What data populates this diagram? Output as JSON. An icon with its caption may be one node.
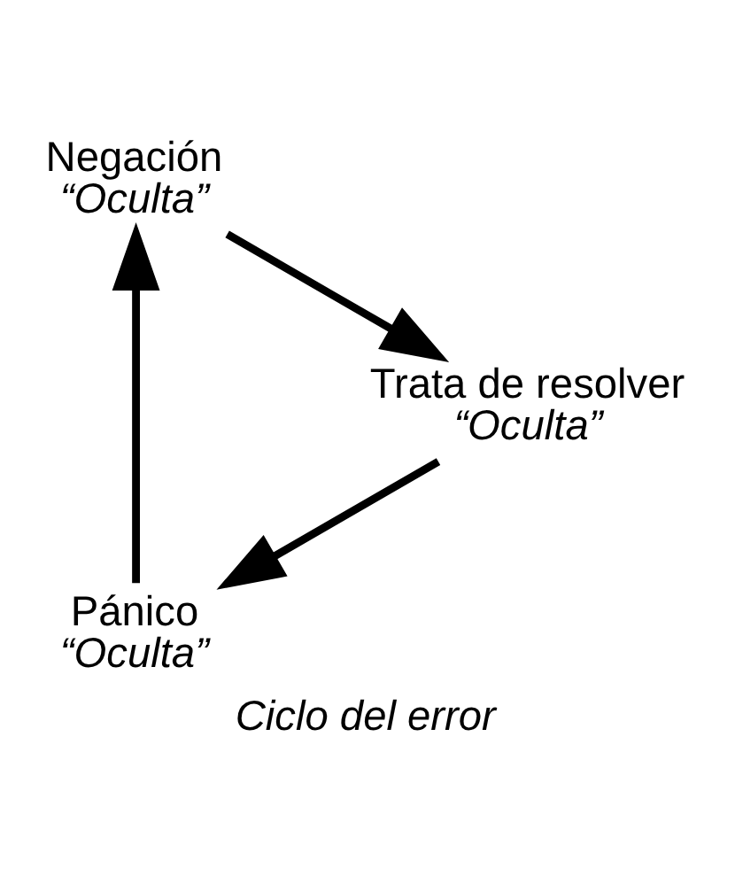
{
  "diagram": {
    "caption": "Ciclo del error",
    "nodes": [
      {
        "text": [
          "Pánico",
          "“Oculta”"
        ]
      },
      {
        "text": [
          "Negación",
          "“Oculta”"
        ]
      },
      {
        "text": [
          "Trata de resolver",
          "“Oculta”"
        ]
      }
    ],
    "edges": [
      {
        "from": 0,
        "to": 1,
        "arrow": "to"
      },
      {
        "from": 1,
        "to": 2,
        "arrow": "to"
      },
      {
        "from": 2,
        "to": 0,
        "arrow": "to"
      }
    ]
  }
}
